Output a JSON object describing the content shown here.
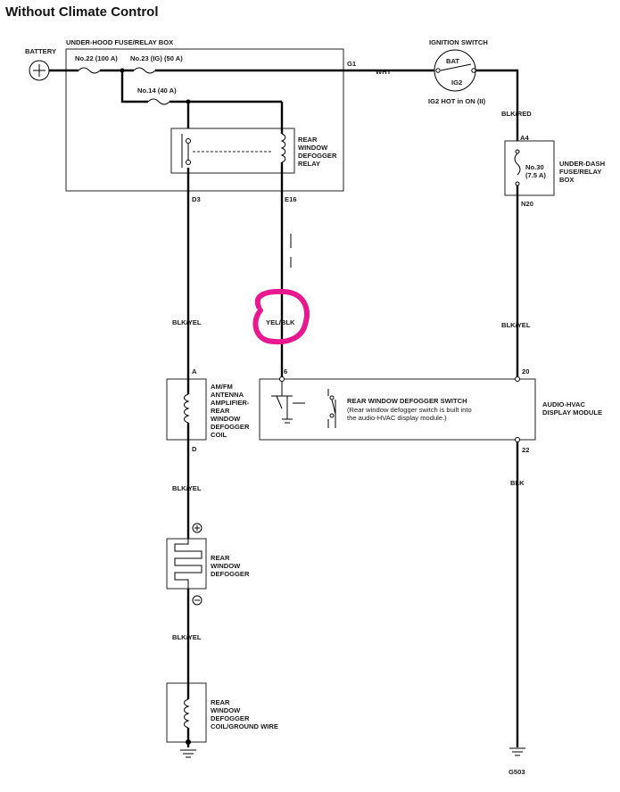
{
  "title": "Without Climate Control",
  "battery": "BATTERY",
  "fuse_box": "UNDER-HOOD FUSE/RELAY BOX",
  "fuse22": "No.22 (100 A)",
  "fuse23": "No.23 (IG) (50 A)",
  "fuse14": "No.14 (40 A)",
  "g1": "G1",
  "wht": "WHT",
  "ign_switch": "IGNITION SWITCH",
  "bat": "BAT",
  "ig2": "IG2",
  "ig2_note": "IG2 HOT in ON (II)",
  "blk_red": "BLK/RED",
  "a4": "A4",
  "fuse30_a": "No.30",
  "fuse30_b": "(7.5 A)",
  "dash_box": [
    "UNDER-DASH",
    "FUSE/RELAY",
    "BOX"
  ],
  "n20": "N20",
  "relay": [
    "REAR",
    "WINDOW",
    "DEFOGGER",
    "RELAY"
  ],
  "d3": "D3",
  "e16": "E16",
  "blk_yel_1": "BLK/YEL",
  "yel_blk": "YEL/BLK",
  "blk_yel_2": "BLK/YEL",
  "pin_a": "A",
  "pin_6": "6",
  "pin_20": "20",
  "antenna": [
    "AM/FM",
    "ANTENNA",
    "AMPLIFIER-",
    "REAR",
    "WINDOW",
    "DEFOGGER",
    "COIL"
  ],
  "defog_switch": "REAR WINDOW DEFOGGER SWITCH",
  "switch_note": [
    "(Rear window defogger switch is built into",
    "the audio-HVAC display module.)"
  ],
  "module": [
    "AUDIO-HVAC",
    "DISPLAY MODULE"
  ],
  "pin_d": "D",
  "pin_22": "22",
  "blk_yel_3": "BLK/YEL",
  "blk": "BLK",
  "defogger": [
    "REAR",
    "WINDOW",
    "DEFOGGER"
  ],
  "blk_yel_4": "BLK/YEL",
  "ground_coil": [
    "REAR",
    "WINDOW",
    "DEFOGGER",
    "COIL/GROUND WIRE"
  ],
  "g503": "G503",
  "colors": {
    "highlight": "#e8188f",
    "wire": "#000000"
  }
}
